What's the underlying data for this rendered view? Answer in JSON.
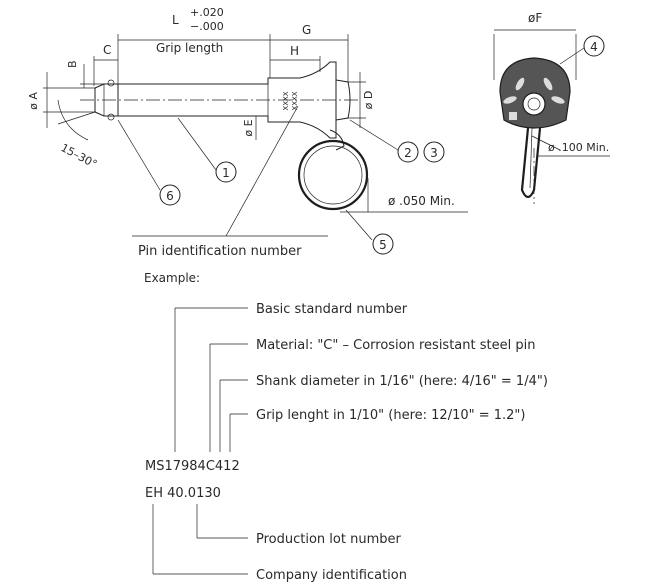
{
  "drawing": {
    "dimensions": {
      "L": "L",
      "tol_plus": "+.020",
      "tol_minus": "−.000",
      "G": "G",
      "C": "C",
      "grip_length": "Grip length",
      "H": "H",
      "B": "B",
      "A": "ø A",
      "D": "ø D",
      "E": "ø E",
      "F": "øF",
      "angle": "15–30°",
      "ring_min": "ø .050  Min.",
      "side_min": "ø .100  Min.",
      "pin_marking": "XXXX"
    },
    "callouts": [
      "1",
      "2",
      "3",
      "4",
      "5",
      "6"
    ]
  },
  "identification": {
    "title": "Pin identification number",
    "example": "Example:",
    "items": [
      "Basic standard number",
      "Material: \"C\" – Corrosion resistant steel pin",
      "Shank diameter in 1/16\" (here: 4/16\" = 1/4\")",
      "Grip lenght in 1/10\" (here: 12/10\" = 1.2\")"
    ],
    "part_number": "MS17984C412",
    "lot_code": "EH  40.0130",
    "lot_label": "Production lot number",
    "company_label": "Company identification"
  }
}
